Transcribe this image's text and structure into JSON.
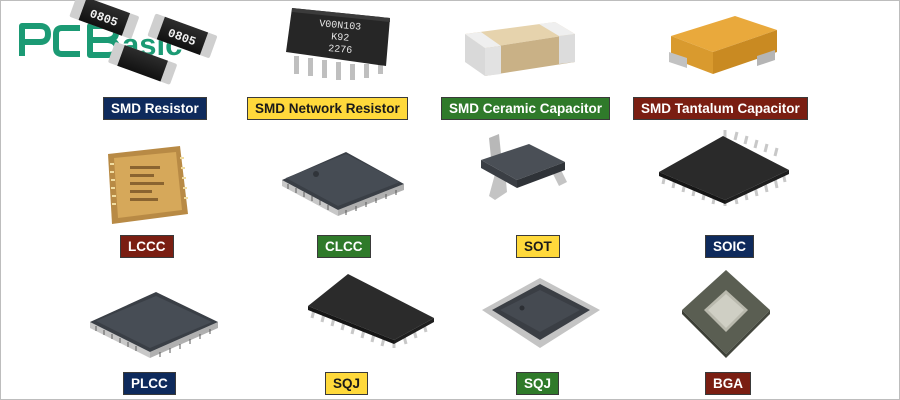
{
  "brand": {
    "name": "PCBasic",
    "color": "#1b9a74"
  },
  "components": [
    {
      "id": "smd-resistor",
      "label": "SMD Resistor",
      "label_bg": "#0e2a5c",
      "label_fg": "#ffffff",
      "markings": [
        "0805",
        "0805"
      ]
    },
    {
      "id": "smd-network-resistor",
      "label": "SMD Network Resistor",
      "label_bg": "#ffd93b",
      "label_fg": "#1a1a1a",
      "markings": [
        "V00N103",
        "K92",
        "2276"
      ]
    },
    {
      "id": "smd-ceramic-capacitor",
      "label": "SMD Ceramic Capacitor",
      "label_bg": "#2f7a2a",
      "label_fg": "#ffffff"
    },
    {
      "id": "smd-tantalum-capacitor",
      "label": "SMD Tantalum Capacitor",
      "label_bg": "#7a1e12",
      "label_fg": "#ffffff"
    },
    {
      "id": "lccc",
      "label": "LCCC",
      "label_bg": "#7a1e12",
      "label_fg": "#ffffff"
    },
    {
      "id": "clcc",
      "label": "CLCC",
      "label_bg": "#2f7a2a",
      "label_fg": "#ffffff"
    },
    {
      "id": "sot",
      "label": "SOT",
      "label_bg": "#ffd93b",
      "label_fg": "#1a1a1a"
    },
    {
      "id": "soic",
      "label": "SOIC",
      "label_bg": "#0e2a5c",
      "label_fg": "#ffffff"
    },
    {
      "id": "plcc",
      "label": "PLCC",
      "label_bg": "#0e2a5c",
      "label_fg": "#ffffff"
    },
    {
      "id": "sqj-1",
      "label": "SQJ",
      "label_bg": "#ffd93b",
      "label_fg": "#1a1a1a"
    },
    {
      "id": "sqj-2",
      "label": "SQJ",
      "label_bg": "#2f7a2a",
      "label_fg": "#ffffff"
    },
    {
      "id": "bga",
      "label": "BGA",
      "label_bg": "#7a1e12",
      "label_fg": "#ffffff"
    }
  ]
}
